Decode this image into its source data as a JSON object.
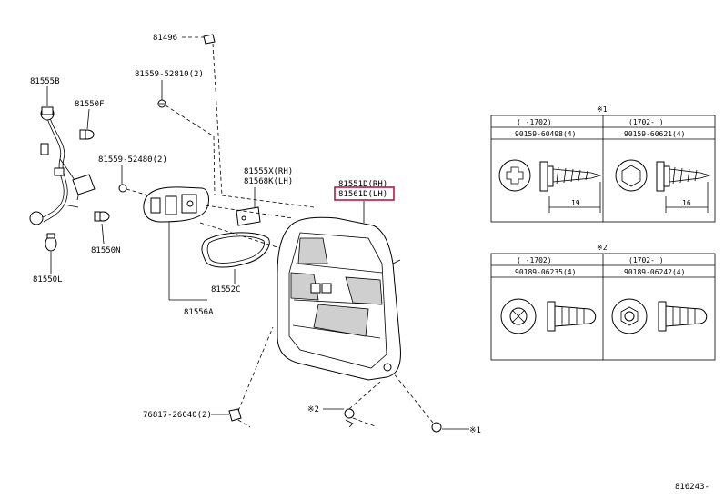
{
  "diagram": {
    "labels": {
      "p81496": "81496",
      "p81559_52810": "81559-52810(2)",
      "p81555b": "81555B",
      "p81550f": "81550F",
      "p81559_52480": "81559-52480(2)",
      "p81555x": "81555X(RH)",
      "p81568k": "81568K(LH)",
      "p81551d": "81551D(RH)",
      "p81561d": "81561D(LH)",
      "p81550n": "81550N",
      "p81550l": "81550L",
      "p81552c": "81552C",
      "p81556a": "81556A",
      "p76817": "76817-26040(2)",
      "note2_marker": "※2",
      "note1_marker": "※1",
      "catalog_code": "816243-"
    },
    "highlight_color": "#c0143c",
    "table1": {
      "marker": "※1",
      "col1_period": "(    -1702)",
      "col2_period": "(1702-    )",
      "col1_part": "90159-60498(4)",
      "col2_part": "90159-60621(4)",
      "col1_dim": "19",
      "col2_dim": "16"
    },
    "table2": {
      "marker": "※2",
      "col1_period": "(    -1702)",
      "col2_period": "(1702-    )",
      "col1_part": "90189-06235(4)",
      "col2_part": "90189-06242(4)"
    }
  }
}
